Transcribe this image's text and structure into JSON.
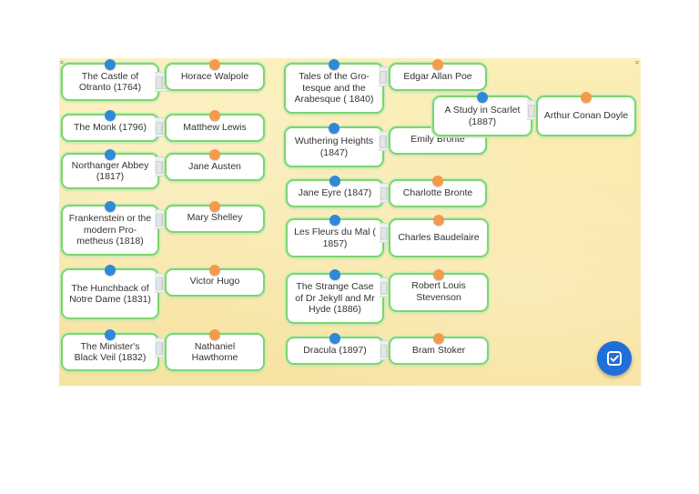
{
  "corner_marks": {
    "left": "⌗",
    "right": "⌗"
  },
  "colors": {
    "board_background": "#f9e8ab",
    "card_border": "#7fd46d",
    "title_pin": "#2f89d8",
    "author_pin": "#f59a4c",
    "check_button": "#1e6fd9"
  },
  "pairs": [
    {
      "title": "The Castle of Otranto (1764)",
      "author": "Horace Walpole"
    },
    {
      "title": "The Monk (1796)",
      "author": "Matthew Lewis"
    },
    {
      "title": "Northanger Abbey (1817)",
      "author": "Jane Austen"
    },
    {
      "title": "Frankenstein or the modern Pro-metheus (1818)",
      "author": "Mary Shelley"
    },
    {
      "title": "The Hunchback of Notre Dame (1831)",
      "author": "Victor Hugo"
    },
    {
      "title": "The Minister's Black Veil (1832)",
      "author": "Nathaniel Hawthorne"
    },
    {
      "title": "Tales of the Gro-tesque and the Arabesque ( 1840)",
      "author": "Edgar Allan Poe"
    },
    {
      "title": "A Study in Scarlet (1887)",
      "author": "Arthur Conan Doyle"
    },
    {
      "title": "Wuthering Heights (1847)",
      "author": "Emily Bronte"
    },
    {
      "title": "Jane Eyre (1847)",
      "author": "Charlotte Bronte"
    },
    {
      "title": "Les Fleurs du Mal ( 1857)",
      "author": "Charles Baudelaire"
    },
    {
      "title": "The Strange Case of Dr Jekyll and Mr Hyde (1886)",
      "author": "Robert Louis Stevenson"
    },
    {
      "title": "Dracula (1897)",
      "author": "Bram Stoker"
    }
  ],
  "check_button": {
    "icon": "checkbox-check-icon"
  }
}
